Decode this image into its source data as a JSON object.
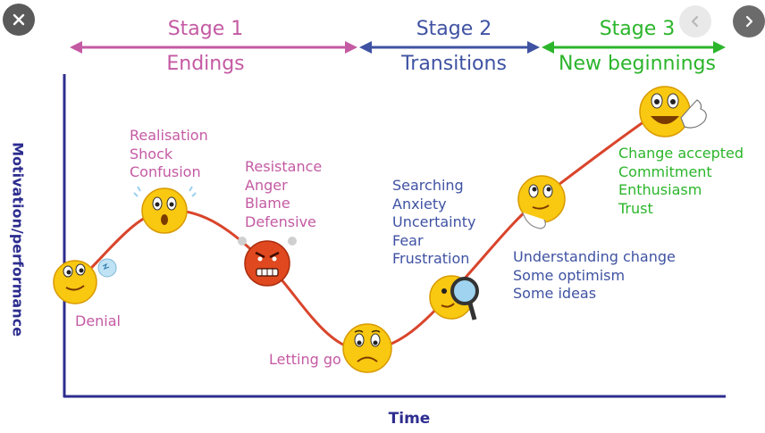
{
  "stages": [
    {
      "title": "Stage 1",
      "subtitle": "Endings",
      "color": "#c45aa3"
    },
    {
      "title": "Stage 2",
      "subtitle": "Transitions",
      "color": "#3f52a3"
    },
    {
      "title": "Stage 3",
      "subtitle": "New beginnings",
      "color": "#2bb52b"
    }
  ],
  "axes": {
    "y_label": "Motivation/performance",
    "x_label": "Time"
  },
  "points": {
    "denial": {
      "lines": [
        "Denial"
      ]
    },
    "realisation": {
      "lines": [
        "Realisation",
        "Shock",
        "Confusion"
      ]
    },
    "resistance": {
      "lines": [
        "Resistance",
        "Anger",
        "Blame",
        "Defensive"
      ]
    },
    "letting_go": {
      "lines": [
        "Letting go"
      ]
    },
    "searching": {
      "lines": [
        "Searching",
        "Anxiety",
        "Uncertainty",
        "Fear",
        "Frustration"
      ]
    },
    "understanding": {
      "lines": [
        "Understanding change",
        "Some optimism",
        "Some ideas"
      ]
    },
    "accepted": {
      "lines": [
        "Change accepted",
        "Commitment",
        "Enthusiasm",
        "Trust"
      ]
    }
  },
  "curve_color": "#d9452b",
  "icons": [
    "close-icon",
    "chevron-left-icon",
    "chevron-right-icon"
  ]
}
